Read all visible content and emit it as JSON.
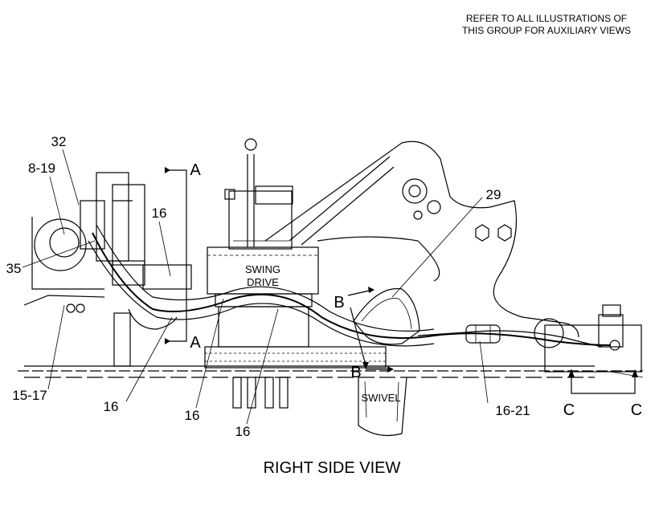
{
  "note": {
    "line1": "REFER TO ALL ILLUSTRATIONS OF",
    "line2": "THIS GROUP FOR AUXILIARY VIEWS"
  },
  "caption": "RIGHT SIDE VIEW",
  "components": {
    "swing_drive_line1": "SWING",
    "swing_drive_line2": "DRIVE",
    "swivel": "SWIVEL"
  },
  "section_marks": {
    "a_top": "A",
    "a_bottom": "A",
    "b_top": "B",
    "b_bottom": "B",
    "c_left": "C",
    "c_right": "C"
  },
  "callouts": {
    "c32": "32",
    "c8_19": "8-19",
    "c35": "35",
    "c16_upper": "16",
    "c15_17": "15-17",
    "c16_lower_left": "16",
    "c16_lower_mid": "16",
    "c16_lower_right": "16",
    "c29": "29",
    "c16_21": "16-21"
  }
}
